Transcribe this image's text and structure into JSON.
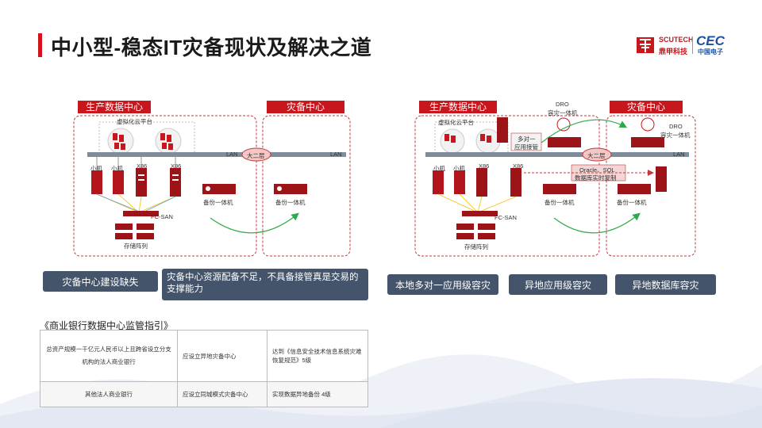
{
  "title": "中小型-稳态IT灾备现状及解决之道",
  "logos": {
    "scutech_en": "SCUTECH",
    "scutech_cn": "鼎甲科技",
    "cec_en": "CEC",
    "cec_cn": "中国电子"
  },
  "left_diagram": {
    "production_label": "生产数据中心",
    "dr_label": "灾备中心",
    "cloud_label": "虚拟化云平台",
    "lan_left": "LAN",
    "lan_right": "LAN",
    "wan": "大二层",
    "minicomputer_1": "小机",
    "minicomputer_2": "小机",
    "x86_1": "X86",
    "x86_2": "X86",
    "fc_san": "FC-SAN",
    "storage": "存储阵列",
    "backup_local": "备份一体机",
    "backup_remote": "备份一体机"
  },
  "right_diagram": {
    "production_label": "生产数据中心",
    "dr_label": "灾备中心",
    "cloud_label": "虚拟化云平台",
    "dro_top": "DRO",
    "dro_top_sub": "容灾一体机",
    "dro_right": "DRO",
    "dro_right_sub": "容灾一体机",
    "multi_label_1": "多对一",
    "multi_label_2": "应用接管",
    "lan_right": "LAN",
    "wan": "大二层",
    "oracle_1": "Oracle、SQL",
    "oracle_2": "数据库实时复制",
    "minicomputer_1": "小机",
    "minicomputer_2": "小机",
    "x86_1": "X86",
    "x86_2": "X86",
    "fc_san": "FC-SAN",
    "storage": "存储阵列",
    "backup_local": "备份一体机",
    "backup_remote": "备份一体机"
  },
  "buttons": {
    "b1": "灾备中心建设缺失",
    "b2": "灾备中心资源配备不足，不具备接管真是交易的支撑能力",
    "b3": "本地多对一应用级容灾",
    "b4": "异地应用级容灾",
    "b5": "异地数据库容灾"
  },
  "guide_title": "《商业银行数据中心监管指引》",
  "table": [
    [
      "总资产规模一千亿元人民币以上且跨省设立分支机构的法人商业银行",
      "应设立异地灾备中心",
      "达到《信息安全技术信息系统灾难恢复规范》5级"
    ],
    [
      "其他法人商业银行",
      "应设立同城模式灾备中心",
      "实现数据异地备份 4级"
    ]
  ],
  "colors": {
    "accent_red": "#c8161d",
    "button": "#44546a",
    "lan": "#7f8c99",
    "dashed_border": "#c0393b",
    "green_arrow": "#2faa4a"
  }
}
